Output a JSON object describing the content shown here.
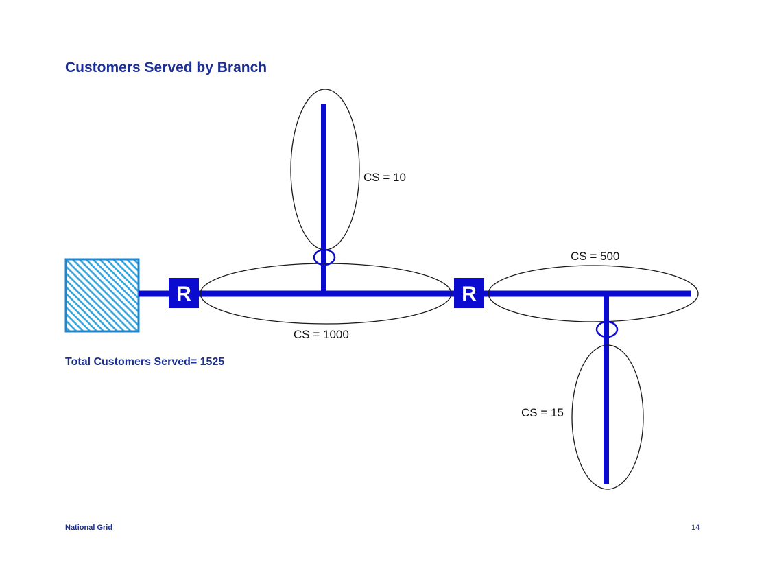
{
  "slide": {
    "title": "Customers Served by Branch",
    "total": "Total Customers Served= 1525",
    "footer": "National Grid",
    "page_number": "14"
  },
  "diagram": {
    "recloser_1_label": "R",
    "recloser_2_label": "R",
    "cs_branch_up": "CS = 10",
    "cs_main_feeder": "CS = 1000",
    "cs_right_feeder": "CS = 500",
    "cs_branch_down": "CS = 15",
    "colors": {
      "feeder_line": "#0b0bd0",
      "recloser_fill": "#0b0bd0",
      "title_text": "#1c2f92",
      "substation_hatch": "#2fa3dc",
      "substation_border": "#1f86cc",
      "ellipse_stroke": "#1a1a1a",
      "label_text": "#111111"
    }
  }
}
